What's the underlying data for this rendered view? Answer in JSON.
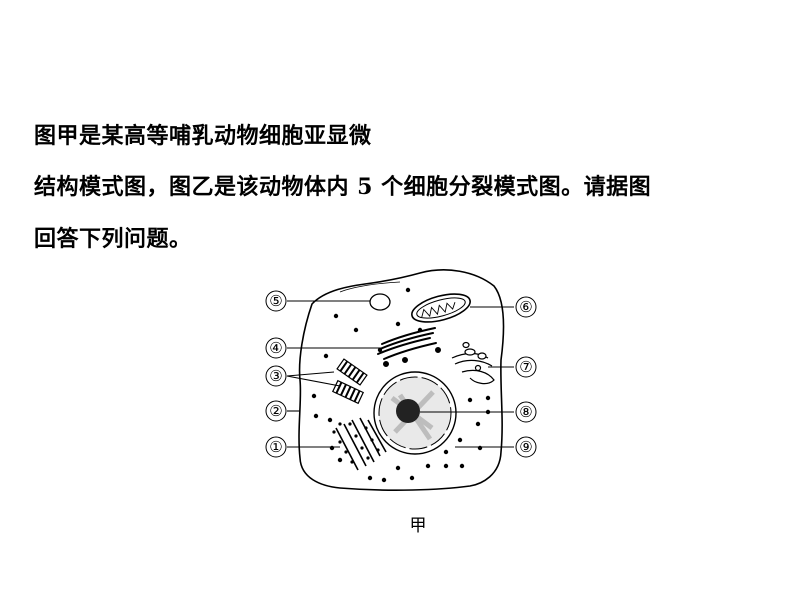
{
  "question": {
    "line1": "图甲是某高等哺乳动物细胞亚显微",
    "line2": "结构模式图，图乙是该动物体内 5 个细胞分裂模式图。请据图",
    "line3": "回答下列问题。"
  },
  "figure": {
    "caption": "甲",
    "labels": {
      "l1": "①",
      "l2": "②",
      "l3": "③",
      "l4": "④",
      "l5": "⑤",
      "l6": "⑥",
      "l7": "⑦",
      "l8": "⑧",
      "l9": "⑨"
    }
  }
}
